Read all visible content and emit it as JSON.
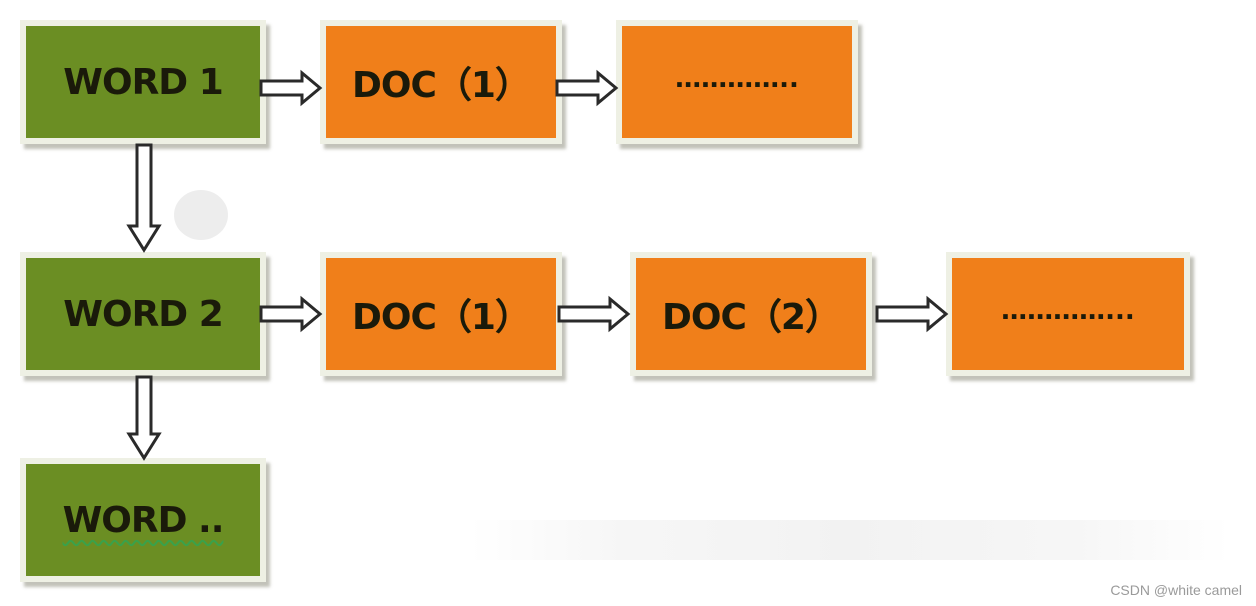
{
  "nodes": {
    "word1": "WORD 1",
    "word2": "WORD 2",
    "word3": "WORD ..",
    "r1_doc1": "DOC（1）",
    "r1_more": "…………..",
    "r2_doc1": "DOC（1）",
    "r2_doc2": "DOC（2）",
    "r2_more": "…………..."
  },
  "colors": {
    "word": "#6b8e23",
    "doc": "#f07f1a",
    "border": "#eef0e4"
  },
  "credit": "CSDN @white camel"
}
